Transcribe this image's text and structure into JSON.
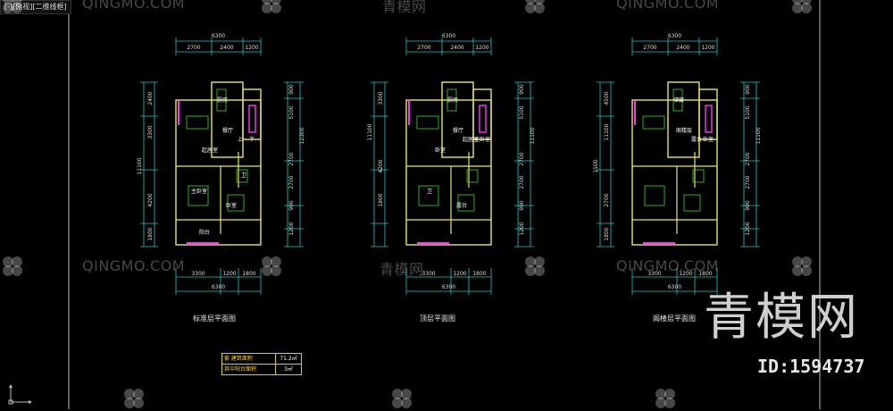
{
  "window": {
    "tab_label": "[-][俯视][二维线框]"
  },
  "plans": [
    {
      "title": "标准层平面图",
      "top_dims": [
        "6300",
        "2700",
        "2400",
        "1200"
      ],
      "bottom_dims": [
        "3300",
        "1200",
        "1800",
        "6300"
      ],
      "left_dims": [
        "2400",
        "3300",
        "11100",
        "4200",
        "1800"
      ],
      "right_dims": [
        "900",
        "5100",
        "12300",
        "2700",
        "2700",
        "900",
        "1200"
      ],
      "rooms": [
        "厨房",
        "餐厅",
        "上",
        "下",
        "起居室",
        "主卧室",
        "卧室",
        "卫",
        "阳台"
      ]
    },
    {
      "title": "顶层平面图",
      "top_dims": [
        "6300",
        "2700",
        "2400",
        "1200"
      ],
      "bottom_dims": [
        "3300",
        "1200",
        "1800",
        "6300"
      ],
      "left_dims": [
        "3300",
        "11100",
        "4200",
        "1800"
      ],
      "right_dims": [
        "900",
        "5100",
        "11100",
        "2700",
        "2700",
        "900",
        "1200"
      ],
      "rooms": [
        "厨房",
        "餐厅",
        "起居室",
        "主卧室",
        "卧室",
        "卫",
        "露台"
      ]
    },
    {
      "title": "阁楼层平面图",
      "top_dims": [
        "6300",
        "2700",
        "2400",
        "1200"
      ],
      "bottom_dims": [
        "3300",
        "1200",
        "1800",
        "6300"
      ],
      "left_dims": [
        "4500",
        "11100",
        "1500",
        "2700",
        "1800"
      ],
      "right_dims": [
        "900",
        "5100",
        "11100",
        "2700",
        "2700",
        "900",
        "1200"
      ],
      "rooms": [
        "储藏",
        "阁楼层",
        "露台",
        "卧室"
      ]
    }
  ],
  "area_table": [
    {
      "label": "套 建筑面积",
      "value": "71.2㎡"
    },
    {
      "label": "其中阳台面积",
      "value": "3㎡"
    }
  ],
  "watermark": {
    "text": "QINGMO.COM",
    "brand": "青模网",
    "id": "ID:1594737",
    "cn": "青模网"
  },
  "colors": {
    "wall": "#e8e85a",
    "dim": "#22c6c6",
    "magenta": "#ff33ff",
    "green": "#33dd33"
  }
}
